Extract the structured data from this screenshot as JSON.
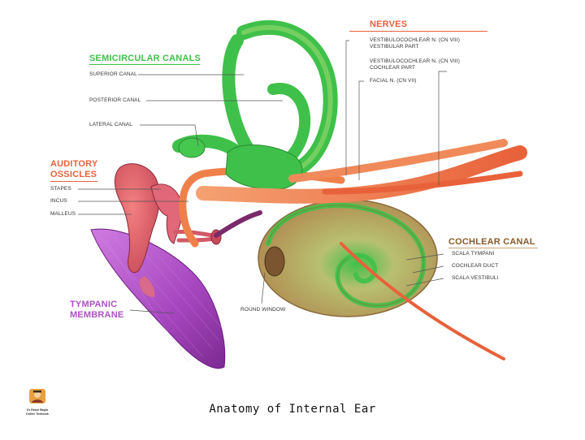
{
  "title": "Anatomy of Internal Ear",
  "groups": {
    "semicircular": {
      "heading": "SEMICIRCULAR CANALS",
      "items": [
        "SUPERIOR CANAL",
        "POSTERIOR CANAL",
        "LATERAL CANAL"
      ]
    },
    "nerves": {
      "heading": "NERVES",
      "items": [
        {
          "line1": "VESTIBULOCOCHLEAR N. (CN VIII)",
          "line2": "VESTIBULAR PART"
        },
        {
          "line1": "VESTIBULOCOCHLEAR N. (CN VIII)",
          "line2": "COCHLEAR PART"
        },
        {
          "line1": "FACIAL N. (CN VII)",
          "line2": ""
        }
      ]
    },
    "ossicles": {
      "heading_line1": "AUDITORY",
      "heading_line2": "OSSICLES",
      "items": [
        "STAPES",
        "INCUS",
        "MALLEUS"
      ]
    },
    "cochlear": {
      "heading": "COCHLEAR CANAL",
      "items": [
        "SCALA TYMPANI",
        "COCHLEAR DUCT",
        "SCALA VESTIBULI"
      ]
    },
    "tympanic": {
      "heading_line1": "TYMPANIC",
      "heading_line2": "MEMBRANE"
    },
    "round_window": "ROUND WINDOW"
  },
  "logo": {
    "icon": "author-portrait-icon",
    "line1": "Dr Rahul Bagla",
    "line2": "Online Textbook"
  },
  "colors": {
    "canal_green": "#3fc04a",
    "nerve_orange": "#e8613a",
    "membrane_purple": "#b04fc7",
    "cochlea_tan": "#c9a168"
  }
}
